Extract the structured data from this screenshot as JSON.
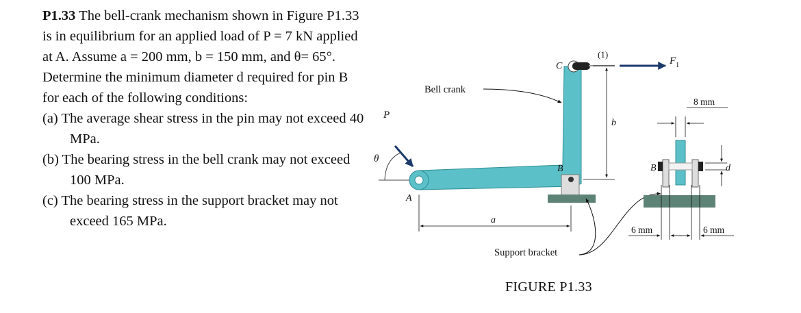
{
  "problem": {
    "number": "P1.33",
    "statement": "The bell-crank mechanism shown in Figure P1.33 is in equilibrium for an applied load of P = 7 kN applied at A. Assume a = 200 mm, b = 150 mm, and θ= 65°. Determine the minimum diameter d required for pin B for each of the following conditions:",
    "conditions": [
      {
        "label": "(a)",
        "text": "The average shear stress in the pin may not exceed 40 MPa."
      },
      {
        "label": "(b)",
        "text": "The bearing stress in the bell crank may not exceed 100 MPa."
      },
      {
        "label": "(c)",
        "text": "The bearing stress in the support bracket may not exceed 165 MPa."
      }
    ]
  },
  "figure": {
    "caption": "FIGURE P1.33",
    "labels": {
      "bell_crank": "Bell crank",
      "support_bracket": "Support bracket",
      "point_a": "A",
      "point_b": "B",
      "point_c": "C",
      "load": "P",
      "angle": "θ",
      "dim_a": "a",
      "dim_b": "b",
      "member": "(1)",
      "force": "F",
      "force_sub": "1",
      "detail_pin": "B",
      "dim_d": "d",
      "dim_top": "8 mm",
      "dim_left": "6 mm",
      "dim_right": "6 mm"
    },
    "colors": {
      "crank": "#5bc0c8",
      "crank_edge": "#2f8e96",
      "bracket": "#5d8276",
      "arrow": "#1b3a6b"
    }
  }
}
